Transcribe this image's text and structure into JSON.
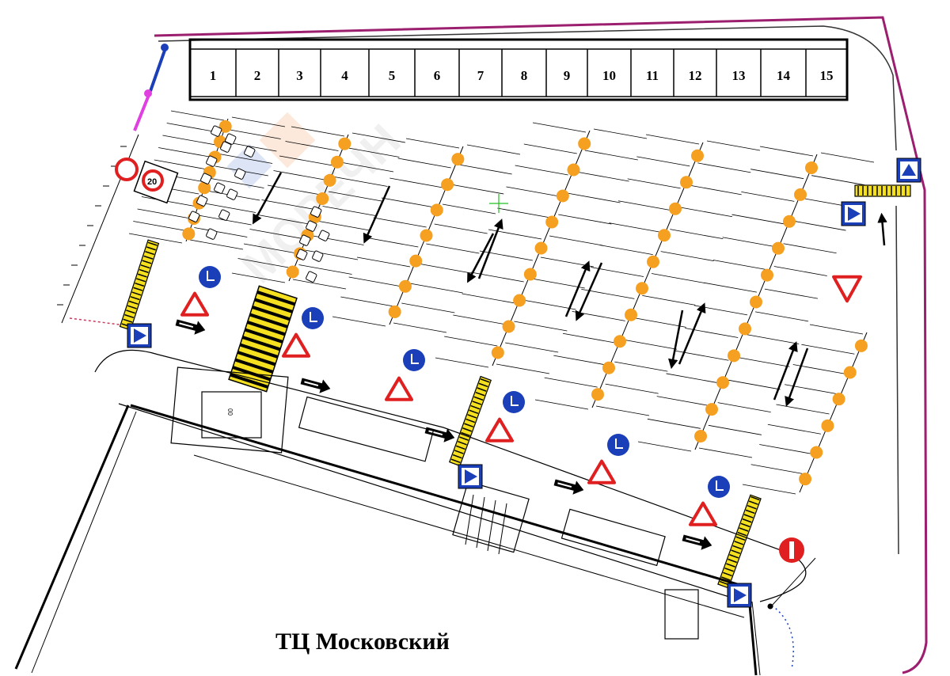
{
  "map": {
    "title": "ТЦ Московский",
    "watermark": "МОРЕЧН",
    "numbered_spaces": [
      "1",
      "2",
      "3",
      "4",
      "5",
      "6",
      "7",
      "8",
      "9",
      "10",
      "11",
      "12",
      "13",
      "14",
      "15"
    ],
    "road_marking_label": "00",
    "speed_limit_sign": "20",
    "colors": {
      "boundary": "#9b1f6e",
      "parking_lights": "#f5a020",
      "sign_blue": "#1a3fb8",
      "sign_red": "#e02020",
      "crosswalk_yellow": "#f5e020",
      "pedestrian_magenta": "#e040e0"
    },
    "icons": [
      "give-way-sign",
      "keep-right-sign",
      "pedestrian-crossing-sign",
      "one-way-sign",
      "no-entry-sign",
      "speed-limit-sign",
      "no-stopping-sign",
      "direction-arrow",
      "parking-light",
      "motion-arrow-marking"
    ]
  }
}
